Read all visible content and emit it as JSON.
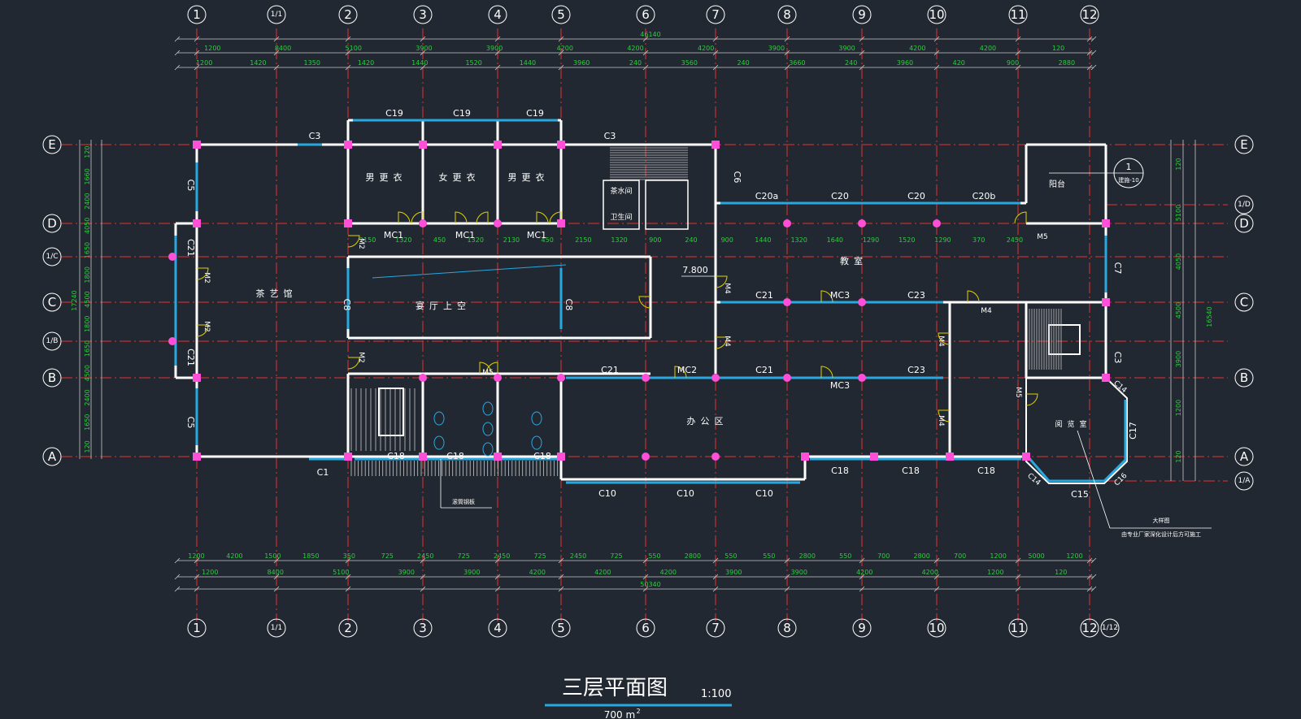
{
  "drawing": {
    "title": "三层平面图",
    "scale": "1:100",
    "area_note": "700 m",
    "area_sup": "2",
    "level_mark": "7.800",
    "section_ref": "1",
    "section_sheet": "建施-10",
    "note_1": "大样图",
    "note_2": "由专业厂家深化设计后方可施工",
    "stair_note": "滚筒钢板"
  },
  "axes": {
    "columns": [
      "1",
      "1/1",
      "2",
      "3",
      "4",
      "5",
      "6",
      "7",
      "8",
      "9",
      "10",
      "11",
      "12"
    ],
    "bottom_extra": "1/12",
    "rows": [
      "E",
      "D",
      "1/C",
      "C",
      "1/B",
      "B",
      "A"
    ],
    "right_extra_rows": [
      "1/D",
      "1/A"
    ]
  },
  "rooms": {
    "teahouse": "茶艺馆",
    "void": "宴厅上空",
    "men_changing": "男更衣",
    "women_changing": "女更衣",
    "men_changing_2": "男更衣",
    "tea_break": "茶水间",
    "hygiene": "卫生间",
    "classroom": "教室",
    "office": "办公区",
    "reading": "阅览室",
    "balcony": "阳台"
  },
  "openings": {
    "c19_a": "C19",
    "c19_b": "C19",
    "c19_c": "C19",
    "c3_a": "C3",
    "c3_b": "C3",
    "c3_c": "C3",
    "c5_a": "C5",
    "c5_b": "C5",
    "c6": "C6",
    "c20a": "C20a",
    "c20_a": "C20",
    "c20_b": "C20",
    "c20b": "C20b",
    "c21_a": "C21",
    "c21_b": "C21",
    "c21_c": "C21",
    "c21_d": "C21",
    "c21_e": "C21",
    "c23_a": "C23",
    "c23_b": "C23",
    "c8_a": "C8",
    "c8_b": "C8",
    "c7": "C7",
    "c1": "C1",
    "c18_a": "C18",
    "c18_b": "C18",
    "c18_c": "C18",
    "c18_d": "C18",
    "c18_e": "C18",
    "c18_f": "C18",
    "c10_a": "C10",
    "c10_b": "C10",
    "c10_c": "C10",
    "c14_a": "C14",
    "c14_b": "C14",
    "c15": "C15",
    "c16": "C16",
    "c17": "C17",
    "mc1_a": "MC1",
    "mc1_b": "MC1",
    "mc1_c": "MC1",
    "mc2": "MC2",
    "mc3_a": "MC3",
    "mc3_b": "MC3",
    "m4_a": "M4",
    "m4_b": "M4",
    "m4_c": "M4",
    "m4_d": "M4",
    "m4_e": "M4",
    "m5_a": "M5",
    "m5_b": "M5",
    "m5_c": "M5",
    "m2_a": "M2",
    "m2_b": "M2",
    "m2_c": "M2",
    "m2_d": "M2"
  },
  "dimensions": {
    "top_total": "46140",
    "top_row1": [
      "1200",
      "8400",
      "5100",
      "3900",
      "3900",
      "4200",
      "4200",
      "4200",
      "3900",
      "3900",
      "4200",
      "4200",
      "120"
    ],
    "top_row2": [
      "1200",
      "1420",
      "1350",
      "1420",
      "1440",
      "1520",
      "1440",
      "3960",
      "240",
      "3560",
      "240",
      "3660",
      "240",
      "3960",
      "420",
      "900",
      "2880"
    ],
    "bottom_total": "50340",
    "bottom_row1": [
      "1200",
      "8400",
      "5100",
      "3900",
      "3900",
      "4200",
      "4200",
      "4200",
      "3900",
      "3900",
      "4200",
      "4200",
      "1200",
      "120"
    ],
    "bottom_row2": [
      "1200",
      "4200",
      "1500",
      "1850",
      "350",
      "725",
      "2450",
      "725",
      "2450",
      "725",
      "2450",
      "725",
      "550",
      "2800",
      "550",
      "550",
      "2800",
      "550",
      "700",
      "2800",
      "700",
      "1200",
      "5000",
      "1200"
    ],
    "left_total": "17240",
    "left_sub": [
      "120",
      "1660",
      "2400",
      "4050",
      "1650",
      "1800",
      "4500",
      "1800",
      "1650",
      "4500",
      "2400",
      "1650",
      "120"
    ],
    "right_total": "16540",
    "right_sub": [
      "120",
      "5100",
      "4050",
      "4500",
      "3900",
      "1200",
      "120"
    ],
    "interior": [
      "2150",
      "1320",
      "450",
      "1320",
      "2130",
      "450",
      "2150",
      "1320",
      "900",
      "240",
      "900",
      "1440",
      "1320",
      "1640",
      "1290",
      "1520",
      "1290",
      "370",
      "2450"
    ]
  },
  "colors": {
    "background": "#222831",
    "wall": "#ffffff",
    "window": "#29a8e0",
    "column": "#ff4fd8",
    "axis": "#e53030",
    "dimension": "#2ecc40",
    "door": "#e0d000"
  }
}
